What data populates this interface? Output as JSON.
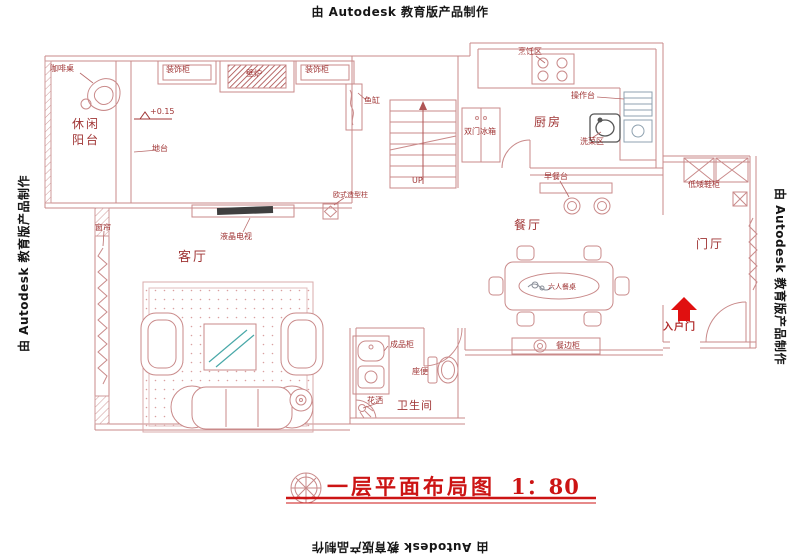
{
  "watermark": {
    "text": "由 Autodesk 教育版产品制作"
  },
  "title": {
    "name": "一层平面布局图",
    "scale": "1：80"
  },
  "colors": {
    "wall_line": "#c98a8a",
    "label_text": "#a03535",
    "title_red": "#cc1414",
    "entrance_arrow": "#e01010",
    "glass_teal": "#49a8a8",
    "watermark_black": "#161616"
  },
  "rooms": {
    "balcony": "休闲阳台",
    "living_room": "客厅",
    "dining_room": "餐厅",
    "kitchen": "厨房",
    "foyer": "门厅",
    "bathroom": "卫生间"
  },
  "annotations": {
    "coffee_table": "咖啡桌",
    "deco_cabinet_left": "装饰柜",
    "fireplace": "壁炉",
    "deco_cabinet_right": "装饰柜",
    "cooking_area": "烹饪区",
    "worktop": "操作台",
    "fish_tank": "鱼缸",
    "double_door_fridge": "双门冰箱",
    "veg_wash_area": "洗菜区",
    "floor_level": "+0.15",
    "platform": "地台",
    "stairs_up": "UP",
    "breakfast_bar": "早餐台",
    "low_shoe_cabinet": "低矮鞋柜",
    "european_column": "欧式造型柱",
    "curtain": "窗帘",
    "lcd_tv": "液晶电视",
    "six_seat_dining_table": "六人餐桌",
    "entrance_door": "入户门",
    "finished_cabinet": "成品柜",
    "sideboard": "餐边柜",
    "toilet": "座便",
    "shower": "花洒"
  }
}
